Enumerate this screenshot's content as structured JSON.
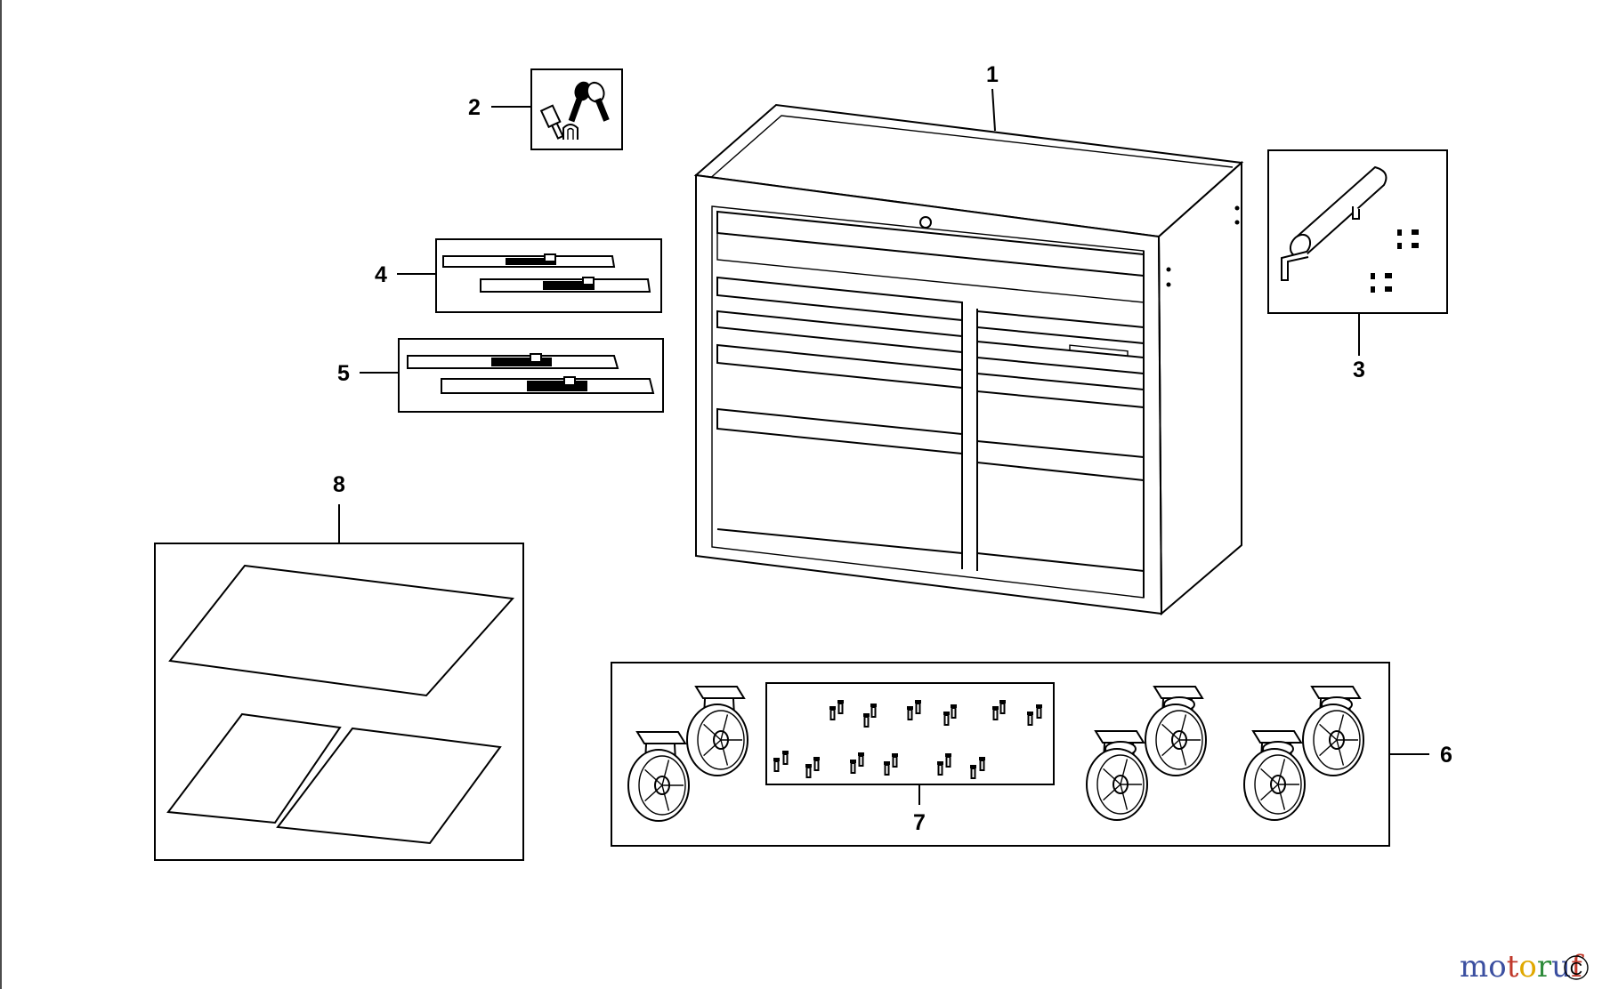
{
  "diagram": {
    "callouts": [
      {
        "id": "1",
        "label": "1"
      },
      {
        "id": "2",
        "label": "2"
      },
      {
        "id": "3",
        "label": "3"
      },
      {
        "id": "4",
        "label": "4"
      },
      {
        "id": "5",
        "label": "5"
      },
      {
        "id": "6",
        "label": "6"
      },
      {
        "id": "7",
        "label": "7"
      },
      {
        "id": "8",
        "label": "8"
      }
    ]
  },
  "watermark": {
    "letters": [
      "m",
      "o",
      "t",
      "o",
      "r",
      "u",
      "f"
    ],
    "colors": [
      "#3b4fa0",
      "#3b4fa0",
      "#c0392b",
      "#e0a800",
      "#2e8b3a",
      "#3b4fa0",
      "#c0392b"
    ],
    "suffix": "C"
  },
  "colors": {
    "line": "#000000",
    "background": "#ffffff"
  }
}
